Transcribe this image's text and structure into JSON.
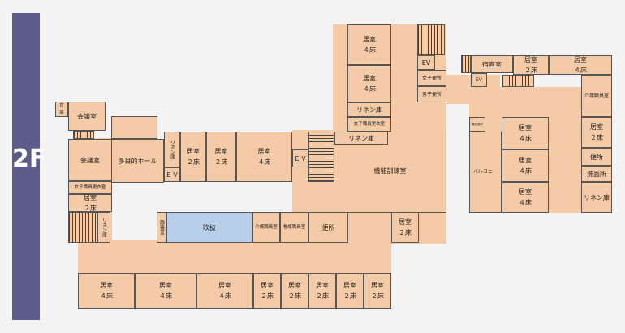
{
  "floor": "2F",
  "labels": {
    "kaigishitsu": "会議室",
    "tamokuteki_hall": "多目的ホール",
    "ev": "ＥＶ",
    "ev_latin": "EV",
    "kino_kunren": "機能訓練室",
    "fukinuke": "吹抜",
    "linen": "リネン庫",
    "josei_benjo": "女子便所",
    "dansei_benjo": "男子便所",
    "shukuchoku": "宿直室",
    "benjo": "便所",
    "senmenjo": "洗面所",
    "balcony": "バルコニー",
    "kaigo_shokuin": "介護職員室",
    "kango_shokuin": "看護職員室",
    "josei_koui": "女子職員更衣室",
    "seiyoushitsu": "静養室",
    "kyoshitsu_4": "居室\n４床",
    "kyoshitsu_2": "居室\n２床",
    "small_1": "倉\n庫",
    "small_2": "職員便所"
  }
}
